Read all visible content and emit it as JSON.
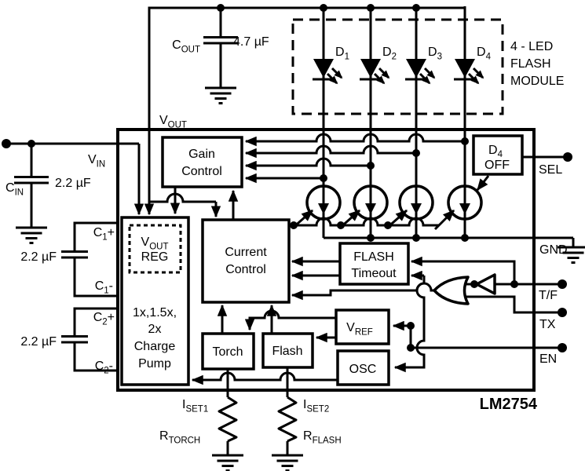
{
  "part": "LM2754",
  "module": {
    "lines": [
      "4 - LED",
      "FLASH",
      "MODULE"
    ]
  },
  "blocks": {
    "gain": {
      "l1": "Gain",
      "l2": "Control"
    },
    "current": {
      "l1": "Current",
      "l2": "Control"
    },
    "pump": {
      "l1": "1x,1.5x,",
      "l2": "2x",
      "l3": "Charge",
      "l4": "Pump"
    },
    "voutreg": {
      "v": "V",
      "sub": "OUT",
      "l2": "REG"
    },
    "timeout": {
      "l1": "FLASH",
      "l2": "Timeout"
    },
    "torch": "Torch",
    "flash": "Flash",
    "vref": {
      "v": "V",
      "sub": "REF"
    },
    "osc": "OSC",
    "d4off": {
      "d": "D",
      "sub": "4",
      "l2": "OFF"
    }
  },
  "pins": {
    "sel": "SEL",
    "gnd": "GND",
    "tf": "T/F",
    "tx": "TX",
    "en": "EN"
  },
  "nets": {
    "vout": {
      "v": "V",
      "sub": "OUT"
    },
    "vin": {
      "v": "V",
      "sub": "IN"
    }
  },
  "caps": {
    "cout": {
      "c": "C",
      "sub": "OUT",
      "value": "4.7 µF"
    },
    "cin": {
      "c": "C",
      "sub": "IN",
      "value": "2.2 µF"
    },
    "c1": {
      "value": "2.2 µF",
      "plus": {
        "c": "C",
        "sub": "1",
        "sign": "+"
      },
      "minus": {
        "c": "C",
        "sub": "1",
        "sign": "-"
      }
    },
    "c2": {
      "value": "2.2 µF",
      "plus": {
        "c": "C",
        "sub": "2",
        "sign": "+"
      },
      "minus": {
        "c": "C",
        "sub": "2",
        "sign": "-"
      }
    }
  },
  "leds": [
    {
      "d": "D",
      "sub": "1"
    },
    {
      "d": "D",
      "sub": "2"
    },
    {
      "d": "D",
      "sub": "3"
    },
    {
      "d": "D",
      "sub": "4"
    }
  ],
  "iset": {
    "iset1": {
      "i": "I",
      "sub": "SET1"
    },
    "iset2": {
      "i": "I",
      "sub": "SET2"
    },
    "rtorch": {
      "r": "R",
      "sub": "TORCH"
    },
    "rflash": {
      "r": "R",
      "sub": "FLASH"
    }
  }
}
